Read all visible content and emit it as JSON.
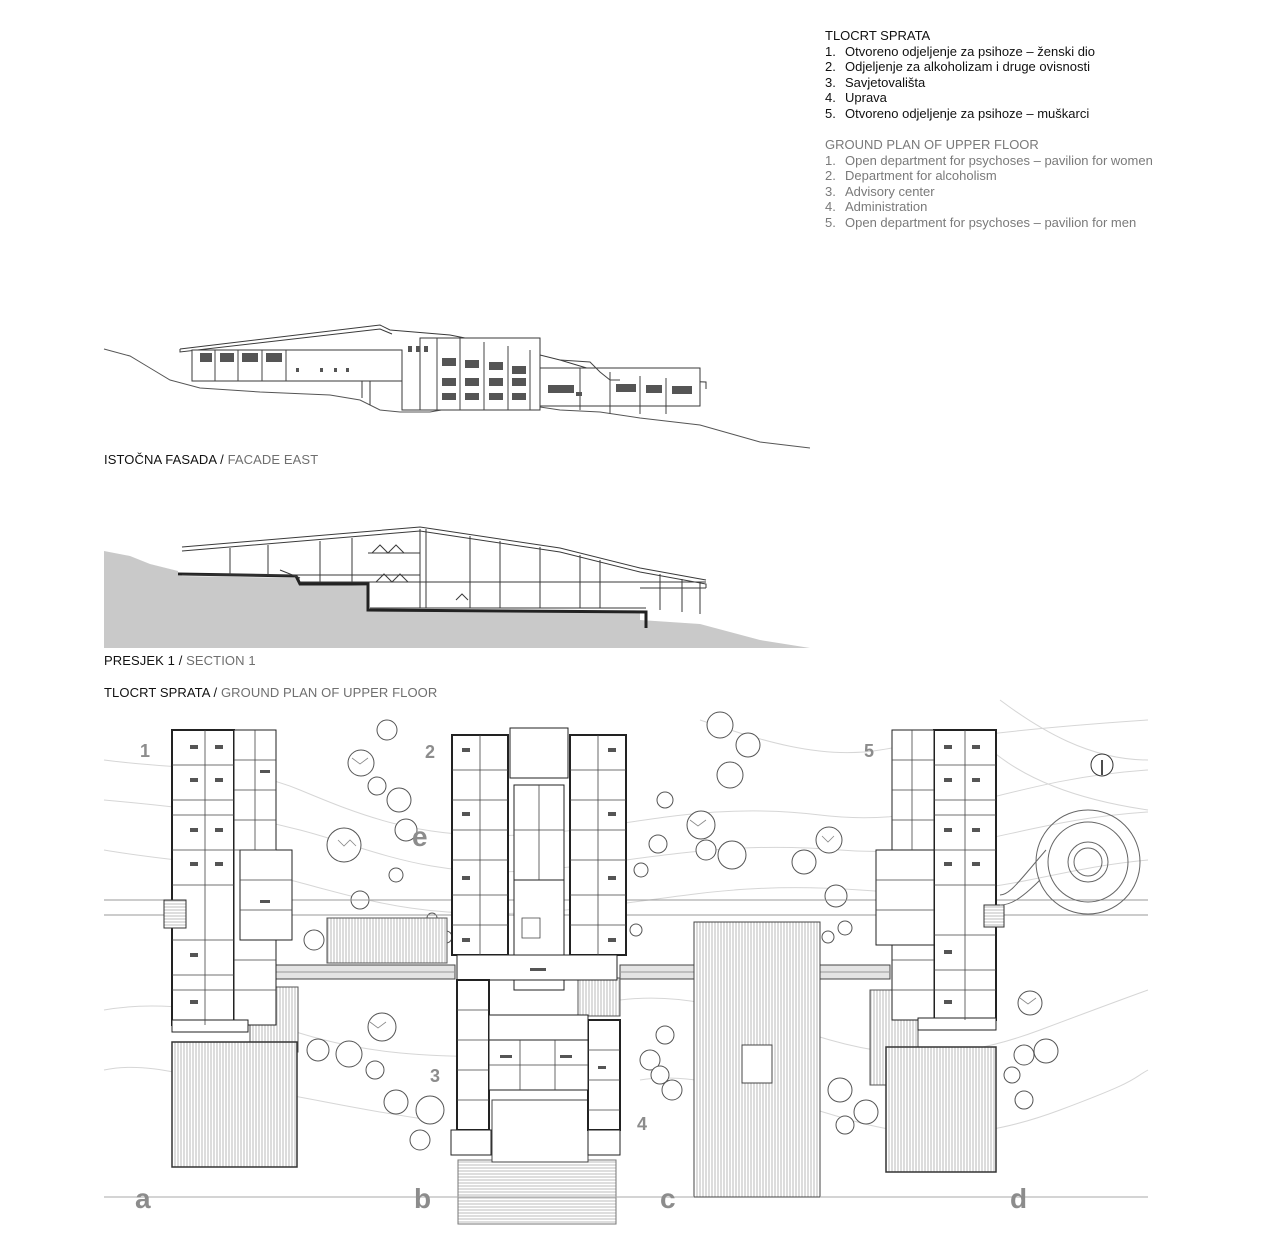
{
  "legend_local": {
    "title": "TLOCRT SPRATA",
    "items": [
      {
        "n": "1.",
        "text": "Otvoreno odjeljenje za psihoze – ženski dio"
      },
      {
        "n": "2.",
        "text": "Odjeljenje za alkoholizam i druge ovisnosti"
      },
      {
        "n": "3.",
        "text": "Savjetovališta"
      },
      {
        "n": "4.",
        "text": "Uprava"
      },
      {
        "n": "5.",
        "text": "Otvoreno odjeljenje za psihoze – muškarci"
      }
    ]
  },
  "legend_en": {
    "title": "GROUND PLAN OF UPPER FLOOR",
    "items": [
      {
        "n": "1.",
        "text": "Open department for psychoses – pavilion for women"
      },
      {
        "n": "2.",
        "text": "Department for alcoholism"
      },
      {
        "n": "3.",
        "text": "Advisory center"
      },
      {
        "n": "4.",
        "text": "Administration"
      },
      {
        "n": "5.",
        "text": "Open department for psychoses – pavilion for men"
      }
    ]
  },
  "captions": {
    "facade": {
      "main": "ISTOČNA FASADA",
      "sep": " / ",
      "sub": "FACADE EAST"
    },
    "section": {
      "main": "PRESJEK 1",
      "sep": " / ",
      "sub": "SECTION 1"
    },
    "plan": {
      "main": "TLOCRT SPRATA",
      "sep": " / ",
      "sub": "GROUND PLAN OF UPPER FLOOR"
    }
  },
  "plan_labels": {
    "numbers": [
      "1",
      "2",
      "3",
      "4",
      "5"
    ],
    "letters": [
      "a",
      "b",
      "c",
      "d",
      "e"
    ]
  },
  "colors": {
    "line": "#3a3a3a",
    "ground": "#c9c9c9",
    "label_grey": "#8c8c8c"
  }
}
